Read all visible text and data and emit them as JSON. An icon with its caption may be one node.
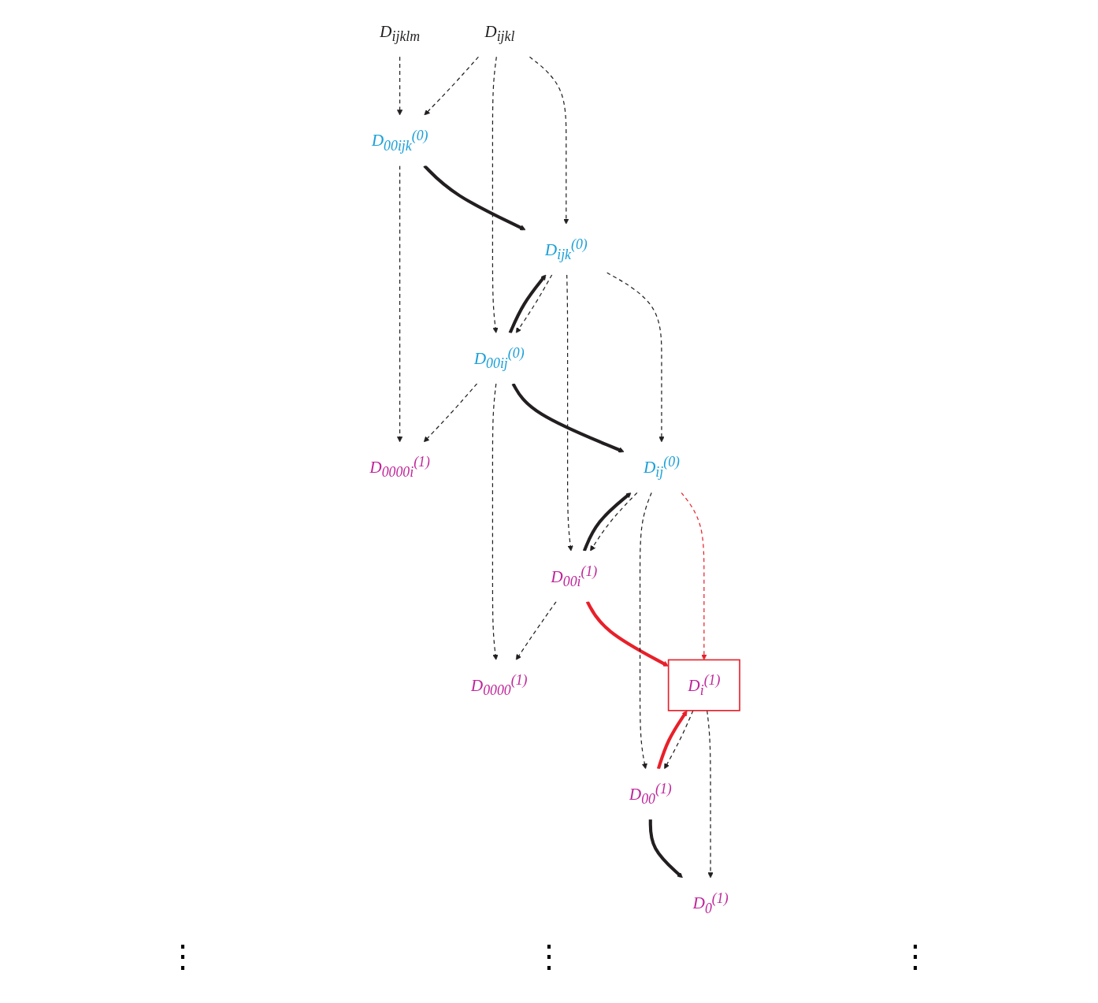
{
  "diagram": {
    "nodes": [
      {
        "text": [
          "D$_{0}$$^{(1)}$"
        ]
      },
      {
        "text": [
          "D$_{i}$$^{(1)}$"
        ]
      },
      {
        "text": [
          "D$_{ij}$$^{(0)}$"
        ]
      },
      {
        "text": [
          "D$_{ijk}$$^{(0)}$"
        ]
      },
      {
        "text": [
          "D$_{ijkl}$"
        ]
      },
      {
        "text": [
          "D$_{ijklm}$"
        ]
      },
      {
        "text": [
          "D$_{00}$$^{(1)}$"
        ]
      },
      {
        "text": [
          "D$_{00i}$$^{(1)}$"
        ]
      },
      {
        "text": [
          "D$_{00ij}$$^{(0)}$"
        ]
      },
      {
        "text": [
          "D$_{00ijk}$$^{(0)}$"
        ]
      },
      {
        "text": [
          "D$_{0000}$$^{(1)}$"
        ]
      },
      {
        "text": [
          "D$_{0000i}$$^{(1)}$"
        ]
      }
    ],
    "edges": [
      {
        "from": 1,
        "to": 0,
        "arrow": "to",
        "style": "dashed"
      },
      {
        "from": 2,
        "to": 1,
        "arrow": "to",
        "style": "dashed",
        "color": "#e8202a"
      },
      {
        "from": 3,
        "to": 2,
        "arrow": "to",
        "style": "dashed"
      },
      {
        "from": 4,
        "to": 3,
        "arrow": "to",
        "style": "dashed"
      },
      {
        "from": 6,
        "to": 0,
        "arrow": "to",
        "style": "thick"
      },
      {
        "from": 6,
        "to": 1,
        "arrow": "to",
        "style": "thick",
        "color": "#e8202a"
      },
      {
        "from": 7,
        "to": 1,
        "arrow": "to",
        "style": "thick",
        "color": "#e8202a"
      },
      {
        "from": 7,
        "to": 2,
        "arrow": "to",
        "style": "thick"
      },
      {
        "from": 8,
        "to": 2,
        "arrow": "to",
        "style": "thick"
      },
      {
        "from": 8,
        "to": 3,
        "arrow": "to",
        "style": "thick"
      },
      {
        "from": 9,
        "to": 3,
        "arrow": "to",
        "style": "thick"
      },
      {
        "from": 1,
        "to": 6,
        "arrow": "to",
        "style": "dashed"
      },
      {
        "from": 2,
        "to": 6,
        "arrow": "to",
        "style": "dashed"
      },
      {
        "from": 2,
        "to": 7,
        "arrow": "to",
        "style": "dashed"
      },
      {
        "from": 3,
        "to": 7,
        "arrow": "to",
        "style": "dashed"
      },
      {
        "from": 3,
        "to": 8,
        "arrow": "to",
        "style": "dashed"
      },
      {
        "from": 4,
        "to": 8,
        "arrow": "to",
        "style": "dashed"
      },
      {
        "from": 4,
        "to": 9,
        "arrow": "to",
        "style": "dashed"
      },
      {
        "from": 5,
        "to": 9,
        "arrow": "to",
        "style": "dashed"
      },
      {
        "from": 7,
        "to": 10,
        "arrow": "to",
        "style": "dashed"
      },
      {
        "from": 8,
        "to": 10,
        "arrow": "to",
        "style": "dashed"
      },
      {
        "from": 8,
        "to": 11,
        "arrow": "to",
        "style": "dashed"
      },
      {
        "from": 9,
        "to": 11,
        "arrow": "to",
        "style": "dashed"
      }
    ],
    "labels": [
      "⋮",
      "⋮",
      "⋮"
    ]
  }
}
